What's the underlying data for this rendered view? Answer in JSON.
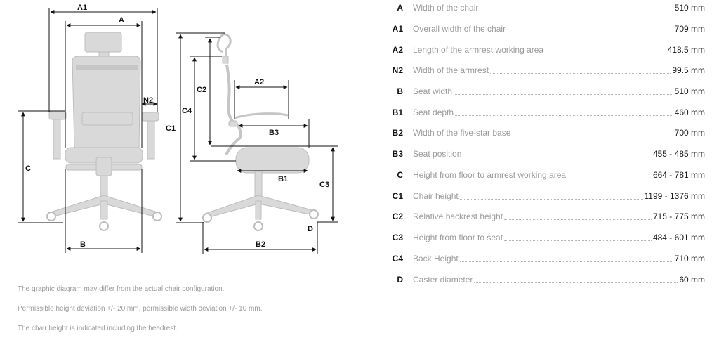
{
  "diagram_labels": {
    "front": {
      "A1": "A1",
      "A": "A",
      "N2": "N2",
      "C": "C",
      "B": "B"
    },
    "side": {
      "C2": "C2",
      "C4": "C4",
      "C1": "C1",
      "A2": "A2",
      "B3": "B3",
      "B1": "B1",
      "C3": "C3",
      "D": "D",
      "B2": "B2"
    }
  },
  "specs": [
    {
      "code": "A",
      "name": "Width of the chair",
      "value": "510 mm"
    },
    {
      "code": "A1",
      "name": "Overall width of the chair",
      "value": "709 mm"
    },
    {
      "code": "A2",
      "name": "Length of the armrest working area",
      "value": "418.5 mm"
    },
    {
      "code": "N2",
      "name": "Width of the armrest",
      "value": "99.5 mm"
    },
    {
      "code": "B",
      "name": "Seat width",
      "value": "510 mm"
    },
    {
      "code": "B1",
      "name": "Seat depth",
      "value": "460 mm"
    },
    {
      "code": "B2",
      "name": "Width of the five-star base",
      "value": "700 mm"
    },
    {
      "code": "B3",
      "name": "Seat position",
      "value": "455 - 485 mm"
    },
    {
      "code": "C",
      "name": "Height from floor to armrest working area",
      "value": "664 - 781 mm"
    },
    {
      "code": "C1",
      "name": "Chair height",
      "value": "1199 - 1376 mm"
    },
    {
      "code": "C2",
      "name": "Relative backrest height",
      "value": "715 - 775 mm"
    },
    {
      "code": "C3",
      "name": "Height from floor to seat",
      "value": "484 - 601 mm"
    },
    {
      "code": "C4",
      "name": "Back Height",
      "value": "710 mm"
    },
    {
      "code": "D",
      "name": "Caster diameter",
      "value": "60 mm"
    }
  ],
  "notes": [
    "The graphic diagram may differ from the actual chair configuration.",
    "Permissible height deviation +/- 20 mm, permissible width deviation +/- 10 mm.",
    "The chair height is indicated including the headrest."
  ]
}
